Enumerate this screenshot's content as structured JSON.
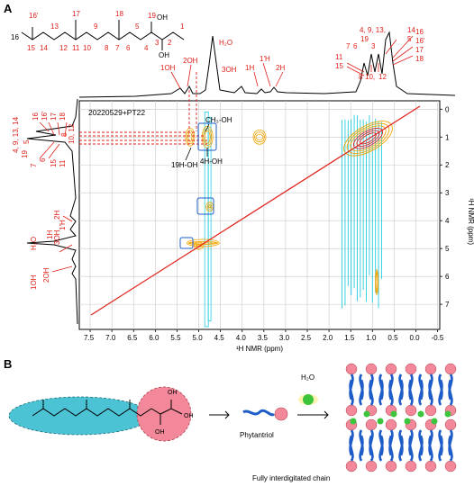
{
  "panel_a": {
    "letter": "A",
    "sample_label": "20220529+PT22",
    "x_axis": {
      "label": "¹H NMR (ppm)",
      "ticks": [
        "7.5",
        "7.0",
        "6.5",
        "6.0",
        "5.5",
        "5.0",
        "4.5",
        "4.0",
        "3.5",
        "3.0",
        "2.5",
        "2.0",
        "1.5",
        "1.0",
        "0.5",
        "0.0",
        "-0.5"
      ]
    },
    "y_axis": {
      "label": "¹H NMR (ppm)",
      "ticks": [
        "0",
        "1",
        "2",
        "3",
        "4",
        "5",
        "6",
        "7"
      ]
    },
    "molecule_numbers": {
      "top": [
        "16'",
        "17",
        "18",
        "19"
      ],
      "chain": [
        "13",
        "9",
        "5",
        "1"
      ],
      "bottom": [
        "16",
        "15",
        "14",
        "12",
        "11",
        "10",
        "8",
        "7",
        "6",
        "4",
        "3",
        "2"
      ],
      "oh": [
        "OH",
        "OH"
      ]
    },
    "top_peaks": {
      "left": [
        "1OH",
        "2OH",
        "H₂O",
        "3OH",
        "1H",
        "1'H",
        "2H"
      ],
      "right": [
        "4, 9, 13,",
        "14",
        "19",
        "3",
        "16",
        "16'",
        "17",
        "18",
        "11",
        "15",
        "7",
        "6",
        "5",
        "8",
        "10,",
        "12"
      ]
    },
    "left_peaks": [
      "4, 9, 13, 14",
      "16",
      "16'",
      "17",
      "18",
      "19",
      "7",
      "6",
      "5",
      "8",
      "10, 12",
      "15",
      "11",
      "2H",
      "1'H",
      "1H",
      "3OH",
      "H₂O",
      "2OH",
      "1OH"
    ],
    "cross_labels": {
      "ch3_oh": "CH₃-OH",
      "h4_oh": "4H-OH",
      "h19_oh": "19H-OH"
    }
  },
  "panel_b": {
    "letter": "B",
    "phytantriol": "Phytantriol",
    "water": "H₂O",
    "chain_caption": "Fully interdigitated chain"
  },
  "colors": {
    "red": "#e0201a",
    "orange": "#f4a300",
    "cyan": "#22cde0",
    "blue": "#1e5cc8",
    "pink": "#f2889a",
    "green": "#3cc43c",
    "teal_fill": "#4bc3d4"
  }
}
